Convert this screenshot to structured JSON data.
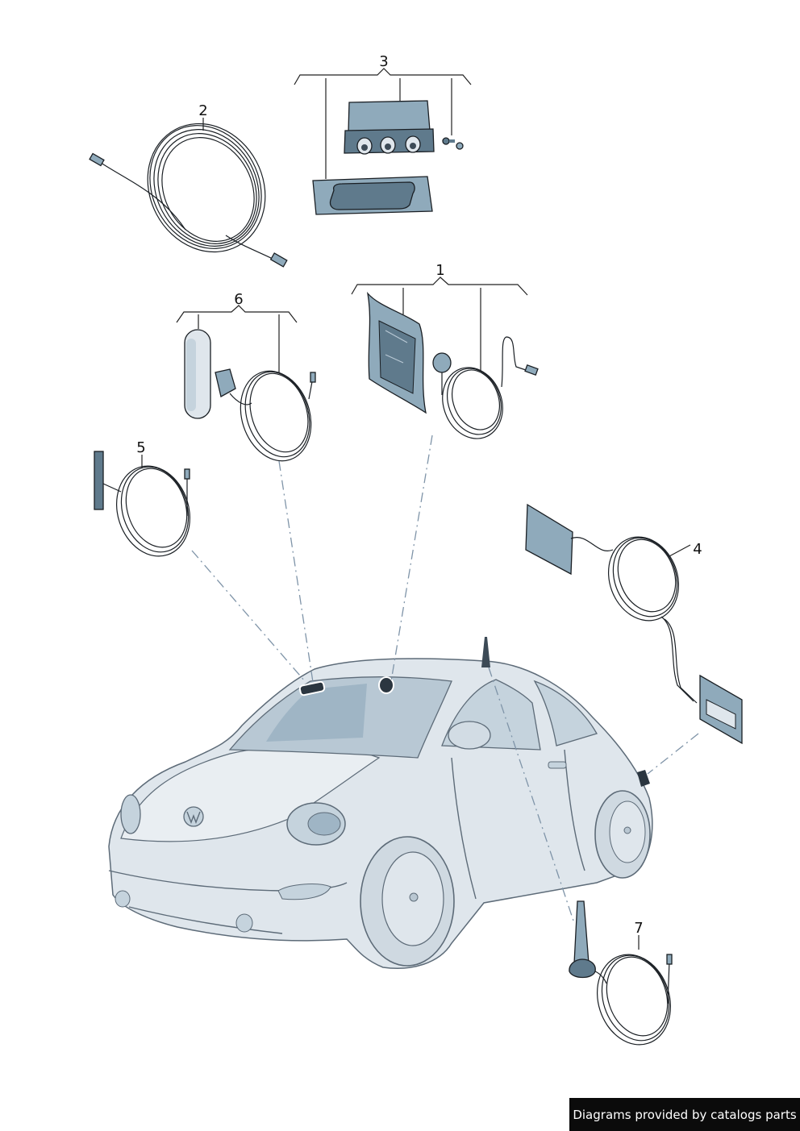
{
  "callouts": [
    {
      "number": "1",
      "part": "antenna-film-with-cable"
    },
    {
      "number": "2",
      "part": "antenna-extension-cable"
    },
    {
      "number": "3",
      "part": "antenna-amplifier-with-bracket"
    },
    {
      "number": "4",
      "part": "antenna-plates-with-cable"
    },
    {
      "number": "5",
      "part": "antenna-strip-with-cable"
    },
    {
      "number": "6",
      "part": "windshield-antenna-module-with-cable"
    },
    {
      "number": "7",
      "part": "roof-rod-antenna-with-cable"
    }
  ],
  "credit": "Diagrams provided by catalogs parts",
  "colors": {
    "part_fill": "#8faabb",
    "part_dark": "#5f7a8c",
    "car_fill": "#dfe6ec",
    "car_shade": "#b9c7d2",
    "glass": "#9fb5c5",
    "leader_dash": "#7f94a8"
  }
}
